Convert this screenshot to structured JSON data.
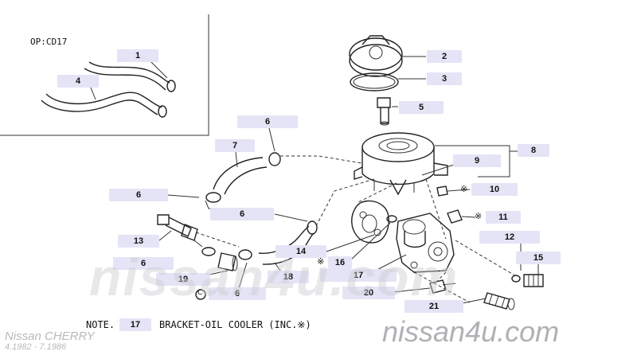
{
  "option_code": "OP:CD17",
  "parts": [
    {
      "id": "lbl-1",
      "num": "1"
    },
    {
      "id": "lbl-4",
      "num": "4"
    },
    {
      "id": "lbl-2",
      "num": "2"
    },
    {
      "id": "lbl-3",
      "num": "3"
    },
    {
      "id": "lbl-5",
      "num": "5"
    },
    {
      "id": "lbl-6a",
      "num": "6"
    },
    {
      "id": "lbl-7",
      "num": "7"
    },
    {
      "id": "lbl-8",
      "num": "8"
    },
    {
      "id": "lbl-9",
      "num": "9"
    },
    {
      "id": "lbl-6b",
      "num": "6"
    },
    {
      "id": "lbl-10",
      "num": "10"
    },
    {
      "id": "lbl-6c",
      "num": "6"
    },
    {
      "id": "lbl-11",
      "num": "11"
    },
    {
      "id": "lbl-12",
      "num": "12"
    },
    {
      "id": "lbl-13",
      "num": "13"
    },
    {
      "id": "lbl-14",
      "num": "14"
    },
    {
      "id": "lbl-16",
      "num": "16"
    },
    {
      "id": "lbl-6d",
      "num": "6"
    },
    {
      "id": "lbl-15",
      "num": "15"
    },
    {
      "id": "lbl-17",
      "num": "17"
    },
    {
      "id": "lbl-19",
      "num": "19"
    },
    {
      "id": "lbl-18",
      "num": "18"
    },
    {
      "id": "lbl-6e",
      "num": "6"
    },
    {
      "id": "lbl-20",
      "num": "20"
    },
    {
      "id": "lbl-21",
      "num": "21"
    }
  ],
  "star_mark": "※",
  "circle_c": "C",
  "note": {
    "prefix": "NOTE.",
    "part": "17",
    "text": "BRACKET-OIL COOLER (INC.※)"
  },
  "watermark": {
    "brand": "Nissan CHERRY",
    "dates": "4.1982 - 7.1986",
    "site": "nissan4u.com"
  }
}
